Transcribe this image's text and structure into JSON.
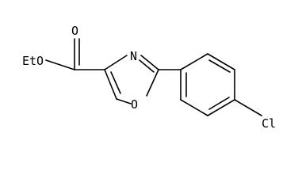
{
  "molecule": {
    "atom_labels": {
      "ester_oxygen_group": "EtO",
      "carbonyl_oxygen": "O",
      "ring_nitrogen": "N",
      "ring_oxygen": "O",
      "chlorine": "Cl"
    },
    "line_color": "#000000",
    "background_color": "#ffffff"
  }
}
